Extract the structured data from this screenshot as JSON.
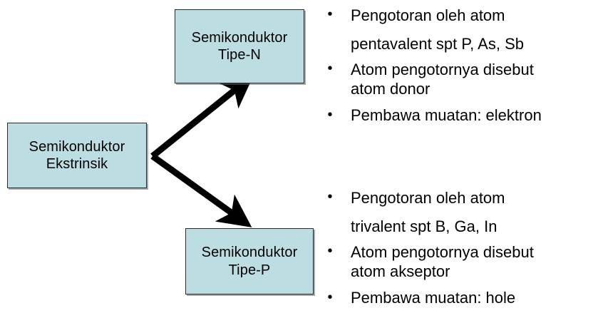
{
  "diagram": {
    "type": "flowchart",
    "title": "Semikonduktor Ekstrinsik",
    "colors": {
      "node_fill": "#bcdde1",
      "node_border": "#2b2b2b",
      "arrow": "#000000",
      "text": "#000000",
      "background": "#ffffff"
    },
    "nodes": {
      "root": {
        "line1": "Semikonduktor",
        "line2": "Ekstrinsik"
      },
      "ntype": {
        "line1": "Semikonduktor",
        "line2": "Tipe-N"
      },
      "ptype": {
        "line1": "Semikonduktor",
        "line2": "Tipe-P"
      }
    },
    "edges": [
      {
        "from": "root",
        "to": "ntype",
        "style": "solid-arrow-up-right"
      },
      {
        "from": "root",
        "to": "ptype",
        "style": "solid-arrow-down-right"
      }
    ],
    "bullet_marker": "•",
    "groups": {
      "ntype": {
        "items": [
          {
            "lines": [
              "Pengotoran oleh atom",
              "pentavalent spt P, As, Sb"
            ]
          },
          {
            "lines": [
              "Atom pengotornya disebut",
              "atom donor"
            ]
          },
          {
            "lines": [
              "Pembawa muatan: elektron"
            ]
          }
        ]
      },
      "ptype": {
        "items": [
          {
            "lines": [
              "Pengotoran oleh atom",
              "trivalent  spt B, Ga, In"
            ]
          },
          {
            "lines": [
              "Atom pengotornya disebut",
              "atom akseptor"
            ]
          },
          {
            "lines": [
              "Pembawa muatan: hole"
            ]
          }
        ]
      }
    }
  }
}
